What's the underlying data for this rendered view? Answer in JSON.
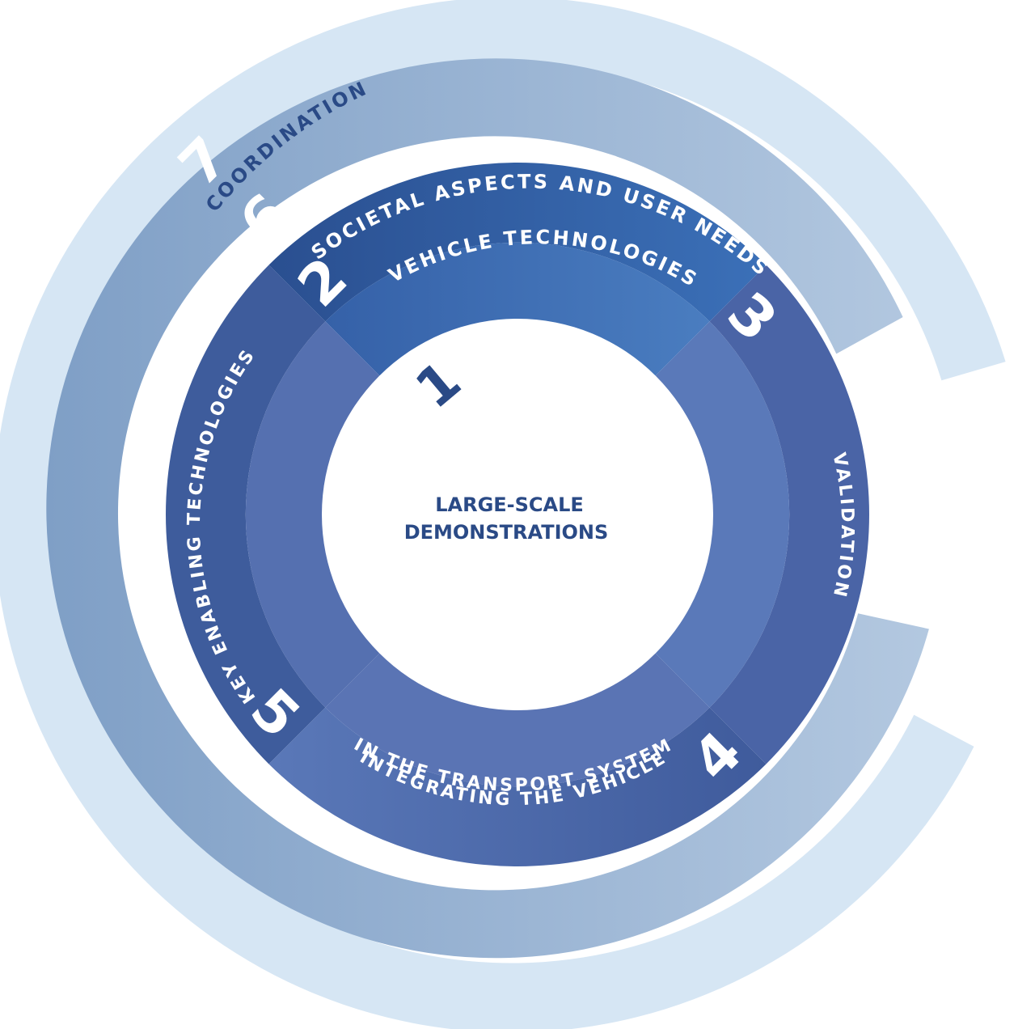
{
  "center": {
    "line1": "LARGE-SCALE",
    "line2": "DEMONSTRATIONS"
  },
  "segments": [
    {
      "number": "1",
      "label": ""
    },
    {
      "number": "2",
      "label": "VEHICLE TECHNOLOGIES"
    },
    {
      "number": "3",
      "label": "VALIDATION"
    },
    {
      "number": "4",
      "label_line1": "INTEGRATING THE VEHICLE",
      "label_line2": "IN THE TRANSPORT SYSTEM"
    },
    {
      "number": "5",
      "label": "KEY ENABLING TECHNOLOGIES"
    },
    {
      "number": "6",
      "label": "SOCIETAL ASPECTS AND USER NEEDS"
    },
    {
      "number": "7",
      "label": "COORDINATION"
    }
  ],
  "colors": {
    "ring7": "#d6e6f4",
    "ring6": "#93b0d1",
    "seg2": "#3f6db4",
    "seg3": "#4d68a8",
    "seg4": "#4a64a6",
    "seg5": "#44609f",
    "center_text": "#2a4a86"
  }
}
